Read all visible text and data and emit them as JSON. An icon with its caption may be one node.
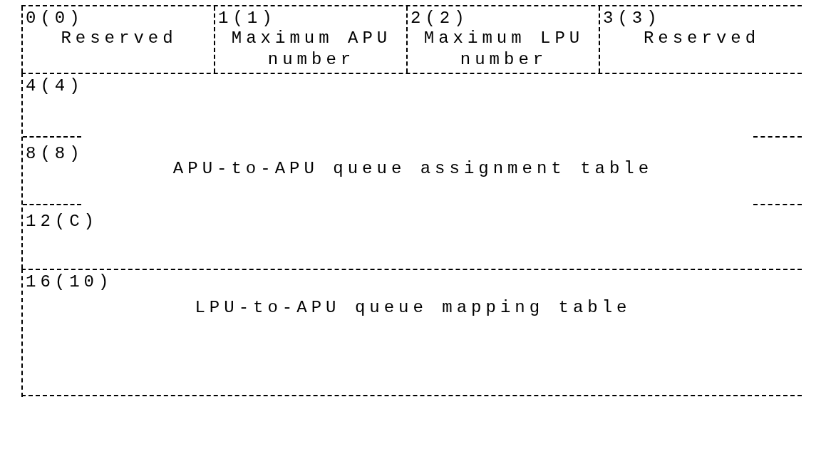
{
  "diagram": {
    "nodes": [
      {
        "text": [
          "0(0)",
          "Reserved"
        ]
      },
      {
        "text": [
          "1(1)",
          "Maximum APU number"
        ]
      },
      {
        "text": [
          "2(2)",
          "Maximum LPU number"
        ]
      },
      {
        "text": [
          "3(3)",
          "Reserved"
        ]
      },
      {
        "text": [
          "4(4)",
          "8(8)",
          "APU-to-APU queue assignment table",
          "12(C)"
        ]
      },
      {
        "text": [
          "16(10)",
          "LPU-to-APU queue mapping table"
        ]
      }
    ]
  }
}
